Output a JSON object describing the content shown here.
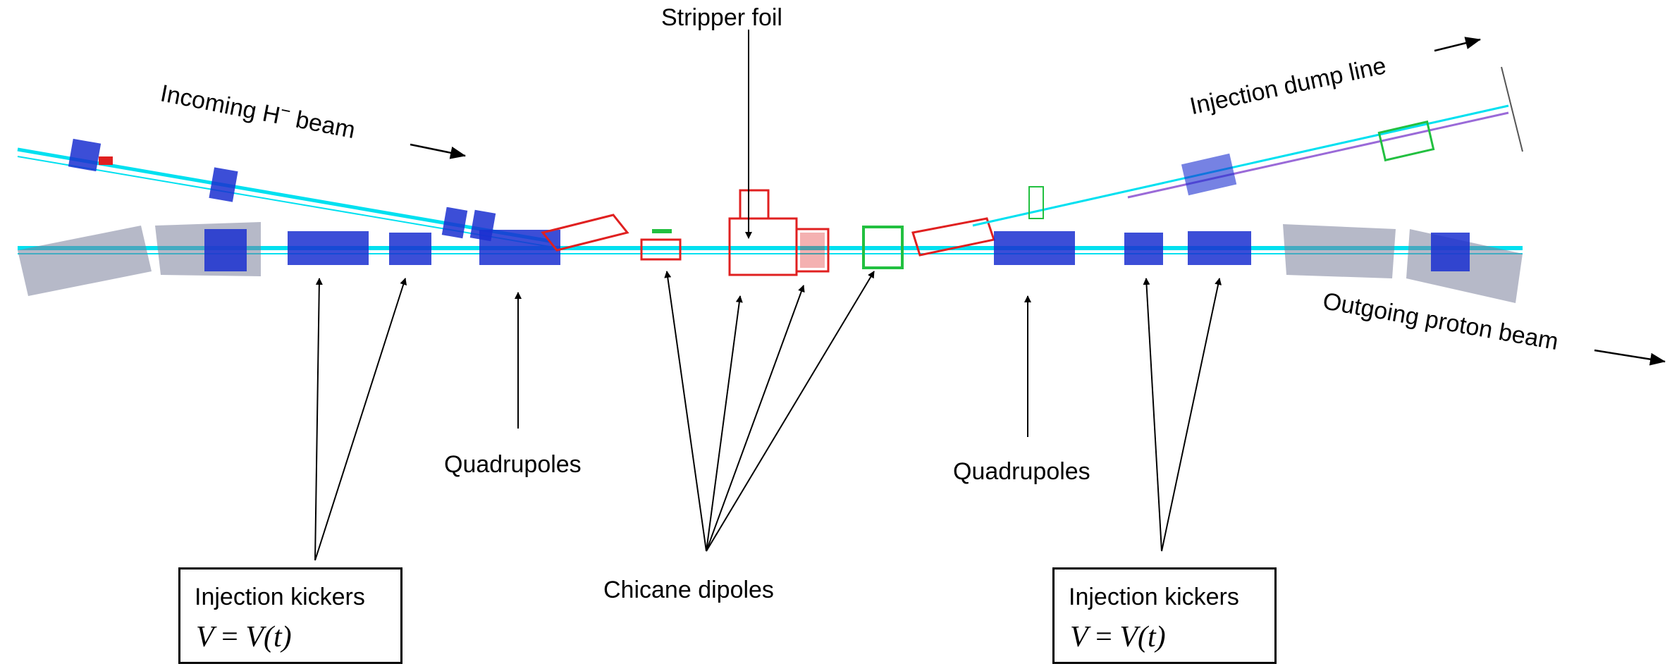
{
  "labels": {
    "stripper_foil": "Stripper foil",
    "incoming_beam_prefix": "Incoming H",
    "incoming_beam_sup": "−",
    "incoming_beam_suffix": " beam",
    "injection_dump_line": "Injection dump line",
    "outgoing_proton_beam": "Outgoing proton beam",
    "quadrupoles_left": "Quadrupoles",
    "quadrupoles_right": "Quadrupoles",
    "chicane_dipoles": "Chicane dipoles"
  },
  "kicker_boxes": {
    "left": {
      "title": "Injection kickers",
      "formula_lhs": "V",
      "formula_eq": " = ",
      "formula_rhs": "V(t)"
    },
    "right": {
      "title": "Injection kickers",
      "formula_lhs": "V",
      "formula_eq": " = ",
      "formula_rhs": "V(t)"
    }
  },
  "colors": {
    "beamline_cyan": "#00e0f0",
    "magnet_blue": "#1a2fd0",
    "chicane_red": "#e02020",
    "chicane_green": "#22c040",
    "dump_line_purple": "#9a6ad8",
    "magnet_grey": "#7a7f9a"
  }
}
